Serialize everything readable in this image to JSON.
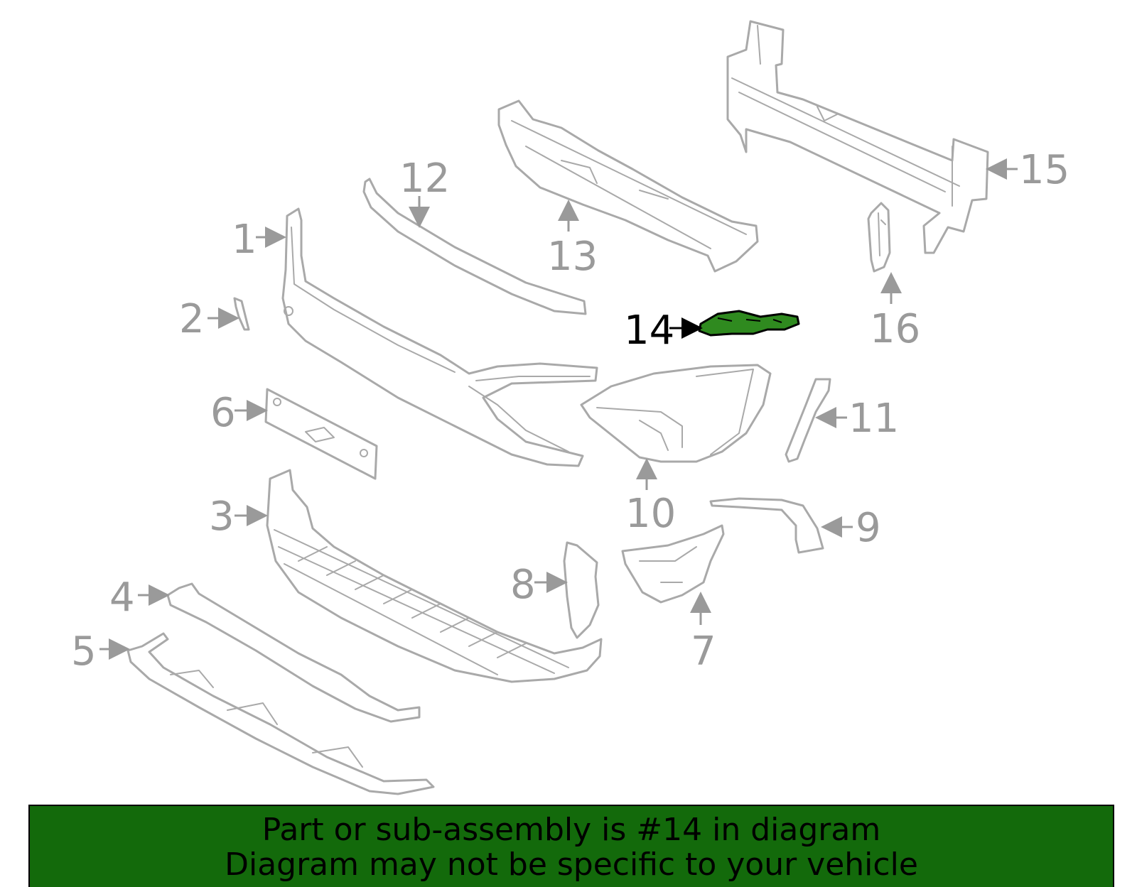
{
  "diagram": {
    "callouts": [
      {
        "id": "1",
        "label": "1"
      },
      {
        "id": "2",
        "label": "2"
      },
      {
        "id": "3",
        "label": "3"
      },
      {
        "id": "4",
        "label": "4"
      },
      {
        "id": "5",
        "label": "5"
      },
      {
        "id": "6",
        "label": "6"
      },
      {
        "id": "7",
        "label": "7"
      },
      {
        "id": "8",
        "label": "8"
      },
      {
        "id": "9",
        "label": "9"
      },
      {
        "id": "10",
        "label": "10"
      },
      {
        "id": "11",
        "label": "11"
      },
      {
        "id": "12",
        "label": "12"
      },
      {
        "id": "13",
        "label": "13"
      },
      {
        "id": "14",
        "label": "14"
      },
      {
        "id": "15",
        "label": "15"
      },
      {
        "id": "16",
        "label": "16"
      }
    ],
    "highlighted_part": "14"
  },
  "banner": {
    "line1": "Part or sub-assembly is #14 in diagram",
    "line2": "Diagram may not be specific to your vehicle"
  },
  "colors": {
    "banner_bg": "#136a0b",
    "highlight": "#2f8a1f",
    "part_stroke": "#a9a9a9",
    "callout_gray": "#9a9a9a",
    "active_callout": "#000000"
  }
}
